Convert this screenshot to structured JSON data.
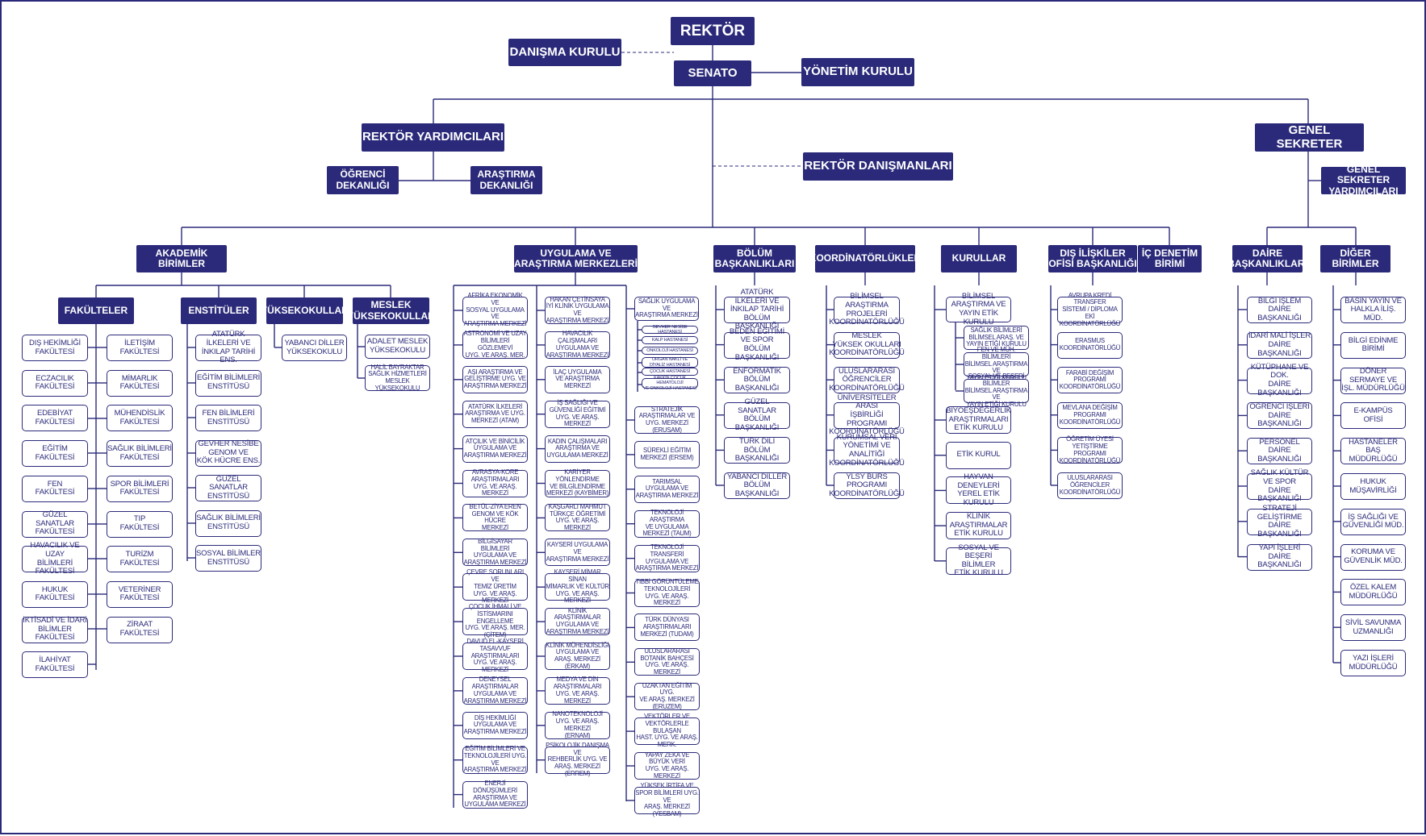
{
  "colors": {
    "primary": "#2b2a7a",
    "background": "#ffffff"
  },
  "top": {
    "rektor": "REKTÖR",
    "danisma_kurulu": "DANIŞMA KURULU",
    "senato": "SENATO",
    "yonetim_kurulu": "YÖNETİM KURULU",
    "rektor_yardimcilari": "REKTÖR YARDIMCILARI",
    "ogrenci_dekanligi": "ÖĞRENCİ\nDEKANLIĞI",
    "arastirma_dekanligi": "ARAŞTIRMA\nDEKANLIĞI",
    "rektor_danismanlari": "REKTÖR DANIŞMANLARI",
    "genel_sekreter": "GENEL SEKRETER",
    "genel_sekreter_yardimcilari": "GENEL SEKRETER\nYARDIMCILARI"
  },
  "groups": {
    "akademik_birimler": "AKADEMİK BİRİMLER",
    "uygulama_arastirma": "UYGULAMA VE\nARAŞTIRMA MERKEZLERİ",
    "bolum_baskanliklari": "BÖLÜM\nBAŞKANLIKLARI",
    "koordinatorlukler": "KOORDİNATÖRLÜKLER",
    "kurullar": "KURULLAR",
    "dis_iliskiler": "DIŞ İLİŞKİLER\nOFİSİ BAŞKANLIĞI",
    "ic_denetim": "İÇ DENETİM\nBİRİMİ",
    "daire_baskanliklari": "DAİRE\nBAŞKANLIKLARI",
    "diger_birimler": "DİĞER\nBİRİMLER"
  },
  "academic": {
    "fakulteler": "FAKÜLTELER",
    "enstituler": "ENSTİTÜLER",
    "yuksekokullar": "YÜKSEKOKULLAR",
    "meslek_yuksekokullar": "MESLEK\nYÜKSEKOKULLAR",
    "fakulteler_left": [
      "DIŞ HEKİMLİĞİ\nFAKÜLTESİ",
      "ECZACILIK\nFAKÜLTESİ",
      "EDEBİYAT\nFAKÜLTESİ",
      "EĞİTİM\nFAKÜLTESİ",
      "FEN\nFAKÜLTESİ",
      "GÜZEL SANATLAR\nFAKÜLTESİ",
      "HAVACILIK VE UZAY\nBİLİMLERİ FAKÜLTESİ",
      "HUKUK\nFAKÜLTESİ",
      "İKTİSADİ VE İDARİ\nBİLİMLER FAKÜLTESİ",
      "İLAHİYAT\nFAKÜLTESİ"
    ],
    "fakulteler_right": [
      "İLETİŞİM\nFAKÜLTESİ",
      "MİMARLIK\nFAKÜLTESİ",
      "MÜHENDİSLİK\nFAKÜLTESİ",
      "SAĞLIK BİLİMLERİ\nFAKÜLTESİ",
      "SPOR BİLİMLERİ\nFAKÜLTESİ",
      "TIP\nFAKÜLTESİ",
      "TURİZM\nFAKÜLTESİ",
      "VETERİNER\nFAKÜLTESİ",
      "ZİRAAT\nFAKÜLTESİ"
    ],
    "enstitu_items": [
      "ATATÜRK İLKELERİ VE\nİNKILAP TARİHİ ENS.",
      "EĞİTİM BİLİMLERİ\nENSTİTÜSÜ",
      "FEN BİLİMLERİ\nENSTİTÜSÜ",
      "GEVHER NESİBE\nGENOM VE\nKÖK HÜCRE ENS.",
      "GÜZEL SANATLAR\nENSTİTÜSÜ",
      "SAĞLIK BİLİMLERİ\nENSTİTÜSÜ",
      "SOSYAL BİLİMLER\nENSTİTÜSÜ"
    ],
    "yuksekokul_items": [
      "YABANCI DİLLER\nYÜKSEKOKULU"
    ],
    "meslek_items": [
      "ADALET MESLEK\nYÜKSEKOKULU",
      "HALİL BAYRAKTAR\nSAĞLIK HİZMETLERİ\nMESLEK YÜKSEKOKULU"
    ]
  },
  "centers": {
    "col1": [
      "AFRİKA EKONOMİK VE\nSOSYAL UYGULAMA VE\nARAŞTIRMA MERKEZİ",
      "ASTRONOMİ VE UZAY\nBİLİMLERİ GÖZLEMEVİ\nUYG. VE ARAŞ. MER.",
      "AŞI ARAŞTIRMA VE\nGELİŞTİRME UYG. VE\nARAŞTIRMA MERKEZİ",
      "ATATÜRK İLKELERİ\nARAŞTIRMA VE UYG.\nMERKEZİ (ATAM)",
      "ATÇILIK VE BİNİCİLİK\nUYGULAMA VE\nARAŞTIRMA MERKEZİ",
      "AVRASYA-KORE\nARAŞTIRMALARI\nUYG. VE ARAŞ. MERKEZİ",
      "BETÜL-ZİYA EREN\nGENOM VE KÖK HÜCRE\nMERKEZİ",
      "BİLGİSAYAR BİLİMLERİ\nUYGULAMA VE\nARAŞTIRMA MERKEZİ",
      "ÇEVRE SORUNLARI VE\nTEMİZ ÜRETİM\nUYG. VE ARAŞ. MERKEZİ",
      "ÇOCUK İHMALİ VE\nİSTİSMARINI ENGELLEME\nUYG. VE ARAŞ. MER. (ÇİTEM)",
      "DAVUD EL-KAYSERİ\nTASAVVUF ARAŞTIRMALARI\nUYG. VE ARAŞ. MERKEZİ",
      "DENEYSEL ARAŞTIRMALAR\nUYGULAMA VE\nARAŞTIRMA MERKEZİ",
      "DİŞ HEKİMLİĞİ\nUYGULAMA VE\nARAŞTIRMA MERKEZİ",
      "EĞİTİM BİLİMLERİ VE\nTEKNOLOJİLERİ UYG. VE\nARAŞTIRMA MERKEZİ",
      "ENERJİ DÖNÜŞÜMLERİ\nARAŞTIRMA VE\nUYGULAMA MERKEZİ"
    ],
    "col2": [
      "HAKAN ÇETİNSAYA\nİYİ KLİNİK UYGULAMA VE\nARAŞTIRMA MERKEZİ",
      "HAVACILIK ÇALIŞMALARI\nUYGULAMA VE\nARAŞTIRMA MERKEZİ",
      "İLAÇ UYGULAMA\nVE ARAŞTIRMA MERKEZİ",
      "İŞ SAĞLIĞI VE\nGÜVENLİĞİ EĞİTİMİ\nUYG. VE ARAŞ. MERKEZİ",
      "KADIN ÇALIŞMALARI\nARAŞTIRMA VE\nUYGULAMA MERKEZİ",
      "KARİYER YÖNLENDİRME\nVE BİLGİLENDİRME\nMERKEZİ (KAYBİMER)",
      "KAŞGARLI MAHMUT\nTÜRKÇE ÖĞRETİMİ\nUYG. VE ARAŞ. MERKEZİ",
      "KAYSERİ UYGULAMA VE\nARAŞTIRMA MERKEZİ",
      "KAYSERİ MİMAR SİNAN\nMİMARLIK VE KÜLTÜR\nUYG. VE ARAŞ. MERKEZİ",
      "KLİNİK ARAŞTIRMALAR\nUYGULAMA VE\nARAŞTIRMA MERKEZİ",
      "KLİNİK MÜHENDİSLİĞİ\nUYGULAMA VE\nARAŞ. MERKEZİ (ERKAM)",
      "MEDYA VE DİN\nARAŞTIRMALARI\nUYG. VE ARAŞ. MERKEZİ",
      "NANOTEKNOLOJİ\nUYG. VE ARAŞ. MERKEZİ\n(ERNAM)",
      "PSİKOLOJİK DANIŞMA VE\nREHBERLİK UYG. VE\nARAŞ. MERKEZİ (ERREM)"
    ],
    "col3_first": "SAĞLIK UYGULAMA VE\nARAŞTIRMA MERKEZİ",
    "hospitals": [
      "GEVHER NESİBE HASTANESİ",
      "KALP HASTANESİ",
      "ONKOLOJİ HASTANESİ",
      "ORGAN NAKLİ VE\nDİYALİZ HASTANESİ",
      "ÇOCUK HASTANESİ",
      "KAKKIN ÇOCUK HEMATOLOJİ\nVE ONKOLOJİ HASTANESİ"
    ],
    "col3": [
      "STRATEJİK\nARAŞTIRMALAR VE\nUYG. MERKEZİ (ERUSAM)",
      "SÜREKLİ EĞİTİM\nMERKEZİ (ERSEM)",
      "TARIMSAL\nUYGULAMA VE\nARAŞTIRMA MERKEZİ",
      "TEKNOLOJİ ARAŞTIRMA\nVE UYGULAMA\nMERKEZİ (TAUM)",
      "TEKNOLOJİ TRANSFERİ\nUYGULAMA VE\nARAŞTIRMA MERKEZİ",
      "TIBBİ GÖRÜNTÜLEME\nTEKNOLOJİLERİ\nUYG. VE ARAŞ. MERKEZİ",
      "TÜRK DÜNYASI\nARAŞTIRMALARI\nMERKEZİ (TUDAM)",
      "ULUSLARARASI\nBOTANİK BAHÇESİ\nUYG. VE ARAŞ. MERKEZİ",
      "UZAKTAN EĞİTİM UYG.\nVE ARAŞ. MERKEZİ\n(ERUZEM)",
      "VEKTÖRLER VE\nVEKTÖRLERLE BULAŞAN\nHAST. UYG. VE ARAŞ. MERK.",
      "YAPAY ZEKA VE\nBÜYÜK VERİ\nUYG. VE ARAŞ. MERKEZİ",
      "YÜKSEK İRTİFA VE\nSPOR BİLİMLERİ UYG. VE\nARAŞ. MERKEZİ (YESBAM)"
    ]
  },
  "bolum_items": [
    "ATATÜRK İLKELERİ VE\nİNKILAP TARİHİ\nBÖLÜM BAŞKANLIĞI",
    "BEDEN EĞİTİMİ VE SPOR\nBÖLÜM BAŞKANLIĞI",
    "ENFORMATİK\nBÖLÜM BAŞKANLIĞI",
    "GÜZEL SANATLAR\nBÖLÜM BAŞKANLIĞI",
    "TÜRK DİLİ\nBÖLÜM BAŞKANLIĞI",
    "YABANCI DİLLER\nBÖLÜM BAŞKANLIĞI"
  ],
  "koord_items": [
    "BİLİMSEL ARAŞTIRMA\nPROJELERİ\nKOORDİNATÖRLÜĞÜ",
    "MESLEK\nYÜKSEK OKULLARI\nKOORDİNATÖRLÜĞÜ",
    "ULUSLARARASI\nÖĞRENCİLER\nKOORDİNATÖRLÜĞÜ",
    "ÜNİVERSİTELER ARASI\nİŞBİRLİĞİ PROGRAMI\nKOORDİNATÖRLÜĞÜ",
    "KURUMSAL VERİ\nYÖNETİMİ VE ANALİTİĞİ\nKOORDİNATÖRLÜĞÜ",
    "YLSY BURS PROGRAMI\nKOORDİNATÖRLÜĞÜ"
  ],
  "kurullar_items": {
    "first": "BİLİMSEL ARAŞTIRMA VE\nYAYIN ETİK KURULU",
    "sub": [
      "SAĞLIK BİLİMLERİ\nBİLİMSEL ARAŞ. VE\nYAYIN ETİĞİ KURULU",
      "FEN VE MÜH. BİLİMLERİ\nBİLİMSEL ARAŞTIRMA VE\nYAYIN ETİĞİ KURULU",
      "SOSYAL VE BEŞERİ BİLİMLER\nBİLİMSEL ARAŞTIRMA VE\nYAYIN ETİĞİ KURULU"
    ],
    "rest": [
      "BİYOEŞDEĞERLİK\nARAŞTIRMALARI\nETİK KURULU",
      "ETİK KURUL",
      "HAYVAN DENEYLERİ\nYEREL ETİK KURULU",
      "KLİNİK ARAŞTIRMALAR\nETİK KURULU",
      "SOSYAL VE BEŞERİ\nBİLİMLER\nETİK KURULU"
    ]
  },
  "dis_items": [
    "AVRUPA KREDİ TRANSFER\nSİSTEMİ / DİPLOMA EKİ\nKOORDİNATÖRLÜĞÜ",
    "ERASMUS\nKOORDİNATÖRLÜĞÜ",
    "FARABİ DEĞİŞİM\nPROGRAMI\nKOORDİNATÖRLÜĞÜ",
    "MEVLANA DEĞİŞİM\nPROGRAMI\nKOORDİNATÖRLÜĞÜ",
    "ÖĞRETİM ÜYESİ\nYETİŞTİRME PROGRAMI\nKOORDİNATÖRLÜĞÜ",
    "ULUSLARARASI\nÖĞRENCİLER\nKOORDİNATÖRLÜĞÜ"
  ],
  "daire_items": [
    "BİLGİ İŞLEM\nDAİRE BAŞKANLIĞI",
    "İDARİ MALİ İŞLER\nDAİRE BAŞKANLIĞI",
    "KÜTÜPHANE VE DOK.\nDAİRE BAŞKANLIĞI",
    "ÖĞRENCİ İŞLERİ\nDAİRE BAŞKANLIĞI",
    "PERSONEL\nDAİRE BAŞKANLIĞI",
    "SAĞLIK KÜLTÜR VE SPOR\nDAİRE BAŞKANLIĞI",
    "STRATEJİ GELİŞTİRME\nDAİRE BAŞKANLIĞI",
    "YAPI İŞLERİ\nDAİRE BAŞKANLIĞI"
  ],
  "diger_items": [
    "BASIN YAYIN VE\nHALKLA İLİŞ. MÜD.",
    "BİLGİ EDİNME\nBİRİMİ",
    "DÖNER SERMAYE VE\nİŞL. MÜDÜRLÜĞÜ",
    "E-KAMPÜS\nOFİSİ",
    "HASTANELER\nBAŞ MÜDÜRLÜĞÜ",
    "HUKUK\nMÜŞAVİRLİĞİ",
    "İŞ SAĞLIĞI VE\nGÜVENLİĞİ MÜD.",
    "KORUMA VE\nGÜVENLİK MÜD.",
    "ÖZEL KALEM\nMÜDÜRLÜĞÜ",
    "SİVİL SAVUNMA\nUZMANLIĞI",
    "YAZI İŞLERİ\nMÜDÜRLÜĞÜ"
  ]
}
